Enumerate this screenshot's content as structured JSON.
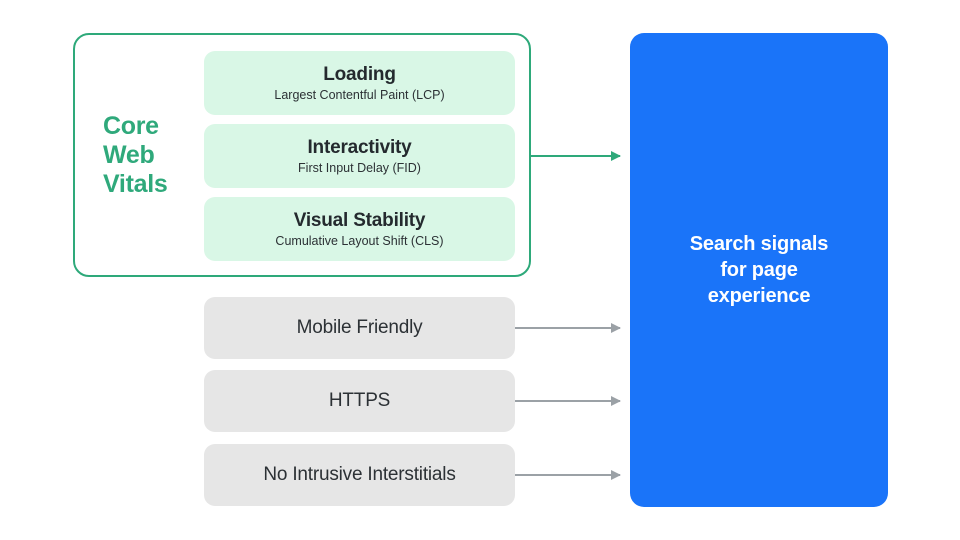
{
  "diagram": {
    "title": "Search signals for page experience",
    "colors": {
      "core_vitals_green": "#2EA97A",
      "metric_box_mint": "#D9F7E6",
      "signal_box_grey": "#E6E6E6",
      "outcome_blue": "#1A74F9",
      "arrow_grey": "#9BA1A6",
      "text_dark": "#2C3135",
      "text_white": "#FFFFFF",
      "background": "#FFFFFF"
    }
  },
  "core_web_vitals": {
    "group_label": "Core\nWeb\nVitals",
    "metrics": [
      {
        "title": "Loading",
        "subtitle": "Largest Contentful Paint (LCP)"
      },
      {
        "title": "Interactivity",
        "subtitle": "First Input Delay (FID)"
      },
      {
        "title": "Visual Stability",
        "subtitle": "Cumulative Layout Shift (CLS)"
      }
    ]
  },
  "other_signals": [
    {
      "title": "Mobile Friendly"
    },
    {
      "title": "HTTPS"
    },
    {
      "title": "No Intrusive Interstitials"
    }
  ],
  "outcome": {
    "text": "Search signals\nfor page\nexperience"
  },
  "connectors": {
    "core_vitals_arrow": "arrow-right-icon",
    "signal_arrows": [
      "arrow-right-icon",
      "arrow-right-icon",
      "arrow-right-icon"
    ]
  }
}
